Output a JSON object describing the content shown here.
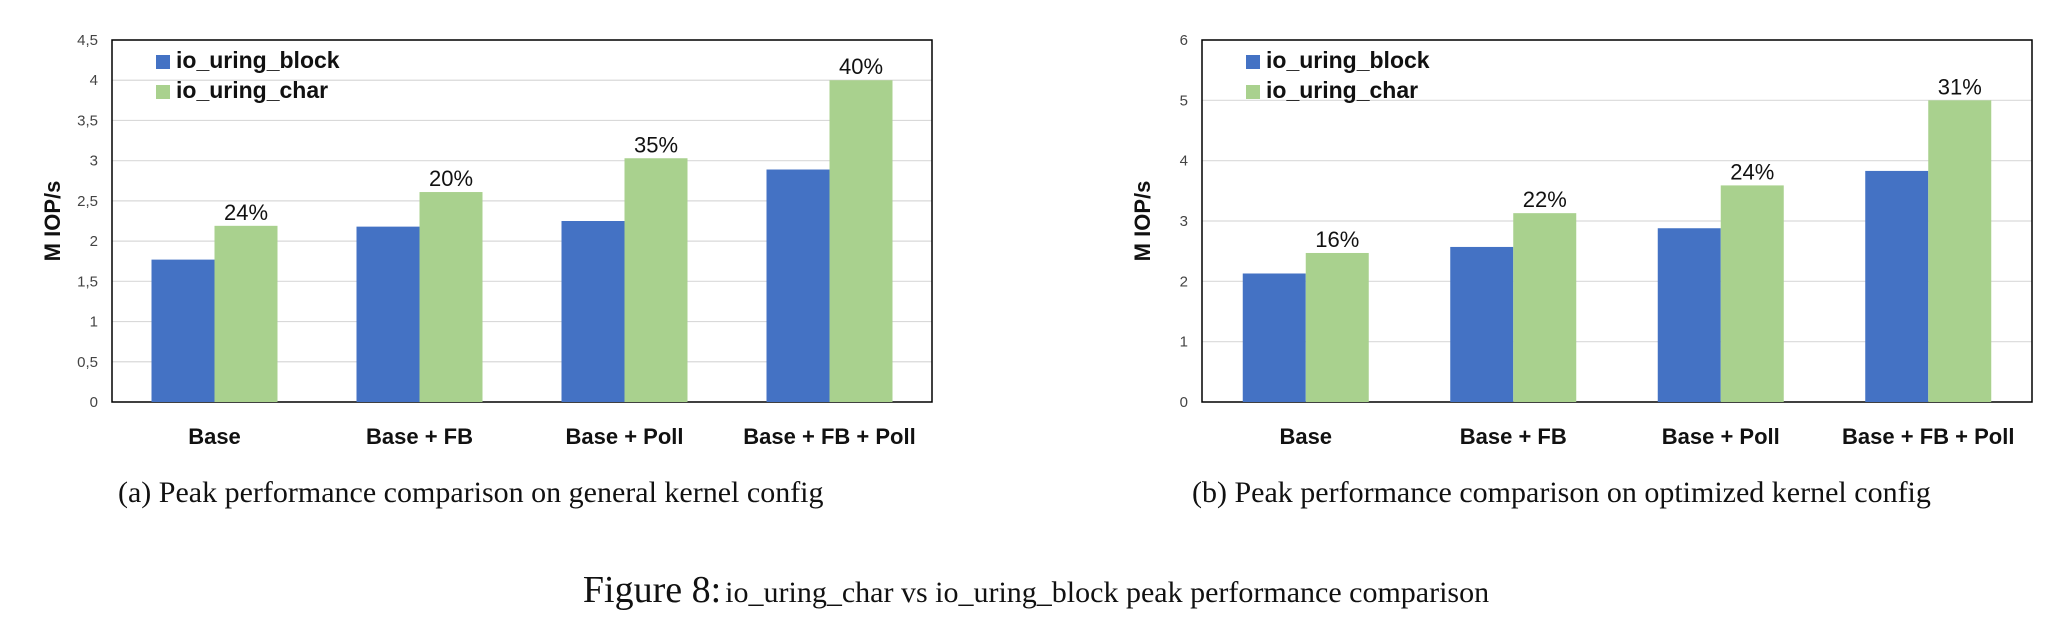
{
  "figure": {
    "label": "Figure 8:",
    "text": "io_uring_char vs io_uring_block peak performance comparison"
  },
  "colors": {
    "io_uring_block": "#4472C4",
    "io_uring_char": "#A9D18E",
    "grid": "#d9d9d9",
    "axis": "#000000"
  },
  "chart_data": [
    {
      "type": "bar",
      "caption": "(a)  Peak performance comparison on general kernel config",
      "ylabel": "M IOP/s",
      "ylim": [
        0,
        4.5
      ],
      "yticks": [
        "0",
        "0,5",
        "1",
        "1,5",
        "2",
        "2,5",
        "3",
        "3,5",
        "4",
        "4,5"
      ],
      "ytick_values": [
        0,
        0.5,
        1,
        1.5,
        2,
        2.5,
        3,
        3.5,
        4,
        4.5
      ],
      "grid": true,
      "legend_position": "top-left",
      "categories": [
        "Base",
        "Base + FB",
        "Base + Poll",
        "Base + FB + Poll"
      ],
      "series": [
        {
          "name": "io_uring_block",
          "values": [
            1.77,
            2.18,
            2.25,
            2.89
          ]
        },
        {
          "name": "io_uring_char",
          "values": [
            2.19,
            2.61,
            3.03,
            4.0
          ]
        }
      ],
      "data_labels": [
        "24%",
        "20%",
        "35%",
        "40%"
      ]
    },
    {
      "type": "bar",
      "caption": "(b)  Peak performance comparison on optimized kernel config",
      "ylabel": "M IOP/s",
      "ylim": [
        0,
        6
      ],
      "yticks": [
        "0",
        "1",
        "2",
        "3",
        "4",
        "5",
        "6"
      ],
      "ytick_values": [
        0,
        1,
        2,
        3,
        4,
        5,
        6
      ],
      "grid": true,
      "legend_position": "top-left",
      "categories": [
        "Base",
        "Base + FB",
        "Base + Poll",
        "Base + FB + Poll"
      ],
      "series": [
        {
          "name": "io_uring_block",
          "values": [
            2.13,
            2.57,
            2.88,
            3.83
          ]
        },
        {
          "name": "io_uring_char",
          "values": [
            2.47,
            3.13,
            3.59,
            5.0
          ]
        }
      ],
      "data_labels": [
        "16%",
        "22%",
        "24%",
        "31%"
      ]
    }
  ]
}
